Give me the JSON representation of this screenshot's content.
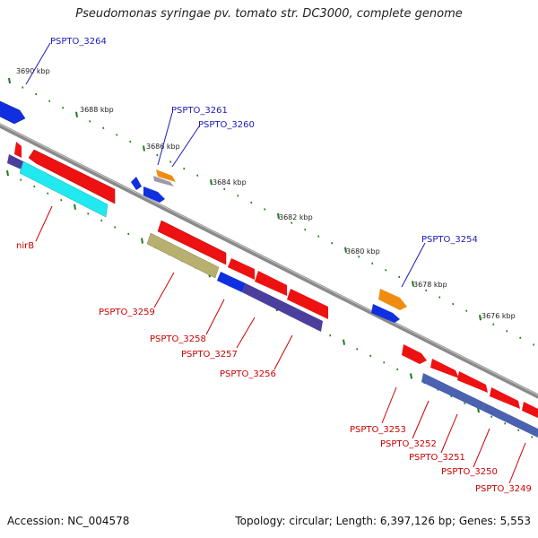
{
  "title": "Pseudomonas syringae pv. tomato str. DC3000, complete genome",
  "footer": {
    "accession": "Accession: NC_004578",
    "summary": "Topology: circular; Length: 6,397,126 bp; Genes: 5,553"
  },
  "colors": {
    "backbone": "#8a8a8a",
    "tick_dot": "#1e7a1e",
    "plus_gene": "#1030e0",
    "minus_gene": "#ee1111",
    "operon_violet": "#4a3f9c",
    "operon_cyan": "#22e8f0",
    "operon_khaki": "#b8b070",
    "operon_orange": "#f08c10",
    "label_plus": "#1a1ab8",
    "label_minus": "#cc0000"
  },
  "ticks": [
    "3690 kbp",
    "3688 kbp",
    "3686 kbp",
    "3684 kbp",
    "3682 kbp",
    "3680 kbp",
    "3678 kbp",
    "3676 kbp"
  ],
  "genes_plus": [
    "PSPTO_3264",
    "PSPTO_3261",
    "PSPTO_3260",
    "PSPTO_3254"
  ],
  "genes_minus": [
    "nirB",
    "PSPTO_3259",
    "PSPTO_3258",
    "PSPTO_3257",
    "PSPTO_3256",
    "PSPTO_3253",
    "PSPTO_3252",
    "PSPTO_3251",
    "PSPTO_3250",
    "PSPTO_3249"
  ]
}
